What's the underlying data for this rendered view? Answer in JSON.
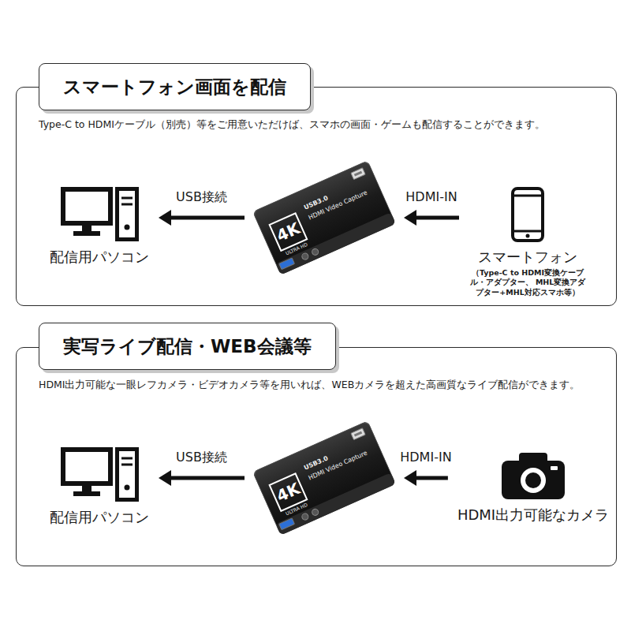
{
  "diagram": {
    "nodes": [
      {
        "text": [
          "Type-C to HDMIケーブル（別売）等をご用意いただけば、スマホの画面・ゲームも配信することができます。"
        ]
      },
      {
        "text": [
          "スマートフォン画面を配信"
        ],
        "in": 0
      },
      {
        "text": [
          "配信用パソコン"
        ],
        "in": 0
      },
      {
        "text": [
          "4K",
          "ULTRA HD",
          "USB3.0",
          "HDMI Video Capture"
        ],
        "in": 0
      },
      {
        "text": [
          "スマートフォン",
          "（Type-C to HDMI変換ケーブル・アダプター、 MHL変換アダプター+MHL対応スマホ等）"
        ],
        "in": 0
      },
      {
        "text": [
          "HDMI出力可能な一眼レフカメラ・ビデオカメラ等を用いれば、WEBカメラを超えた高画質なライブ配信ができます。"
        ]
      },
      {
        "text": [
          "実写ライブ配信・WEB会議等"
        ],
        "in": 5
      },
      {
        "text": [
          "配信用パソコン"
        ],
        "in": 5
      },
      {
        "text": [
          "4K",
          "ULTRA HD",
          "USB3.0",
          "HDMI Video Capture"
        ],
        "in": 5
      },
      {
        "text": [
          "HDMI出力可能なカメラ"
        ],
        "in": 5
      }
    ],
    "edges": [
      {
        "from": 3,
        "to": 2,
        "label": "USB接続",
        "arrow": "to"
      },
      {
        "from": 4,
        "to": 3,
        "label": "HDMI-IN",
        "arrow": "to"
      },
      {
        "from": 8,
        "to": 7,
        "label": "USB接続",
        "arrow": "to"
      },
      {
        "from": 9,
        "to": 8,
        "label": "HDMI-IN",
        "arrow": "to"
      }
    ]
  }
}
